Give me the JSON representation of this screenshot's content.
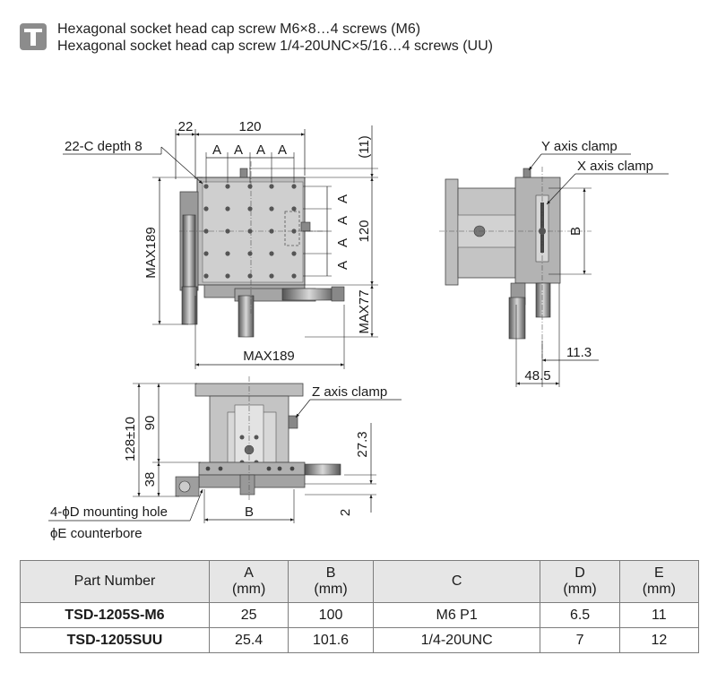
{
  "header": {
    "icon": "lock-icon",
    "notes": [
      "Hexagonal socket head cap screw M6×8…4 screws (M6)",
      "Hexagonal socket head cap screw 1/4-20UNC×5/16…4 screws (UU)"
    ]
  },
  "drawing": {
    "top_view": {
      "labels": {
        "hole_callout": "22-C depth 8",
        "dim_22": "22",
        "dim_120_top": "120",
        "pitch": "A",
        "dim_11": "(11)",
        "dim_120_right": "120",
        "max189_v": "MAX189",
        "max189_h": "MAX189",
        "max77": "MAX77"
      }
    },
    "side_view": {
      "labels": {
        "y_clamp": "Y axis clamp",
        "x_clamp": "X axis clamp",
        "dim_b": "B",
        "dim_11_3": "11.3",
        "dim_48_5": "48.5"
      }
    },
    "front_view": {
      "labels": {
        "z_clamp": "Z axis clamp",
        "dim_128": "128±10",
        "dim_90": "90",
        "dim_38": "38",
        "dim_27_3": "27.3",
        "dim_2": "2",
        "dim_b": "B",
        "mounting_hole": "4-ϕD  mounting hole",
        "counterbore": "ϕE counterbore"
      }
    }
  },
  "table": {
    "headers": {
      "part": "Part Number",
      "a_top": "A",
      "a_unit": "(mm)",
      "b_top": "B",
      "b_unit": "(mm)",
      "c": "C",
      "d_top": "D",
      "d_unit": "(mm)",
      "e_top": "E",
      "e_unit": "(mm)"
    },
    "rows": [
      {
        "part": "TSD-1205S-M6",
        "a": "25",
        "b": "100",
        "c": "M6 P1",
        "d": "6.5",
        "e": "11"
      },
      {
        "part": "TSD-1205SUU",
        "a": "25.4",
        "b": "101.6",
        "c": "1/4-20UNC",
        "d": "7",
        "e": "12"
      }
    ]
  },
  "colors": {
    "ink": "#1a1a1a",
    "metal": "#b9b9b9",
    "metal_dark": "#6e6e6e",
    "table_header": "#e6e6e6",
    "icon_bg": "#8c8c8c"
  }
}
